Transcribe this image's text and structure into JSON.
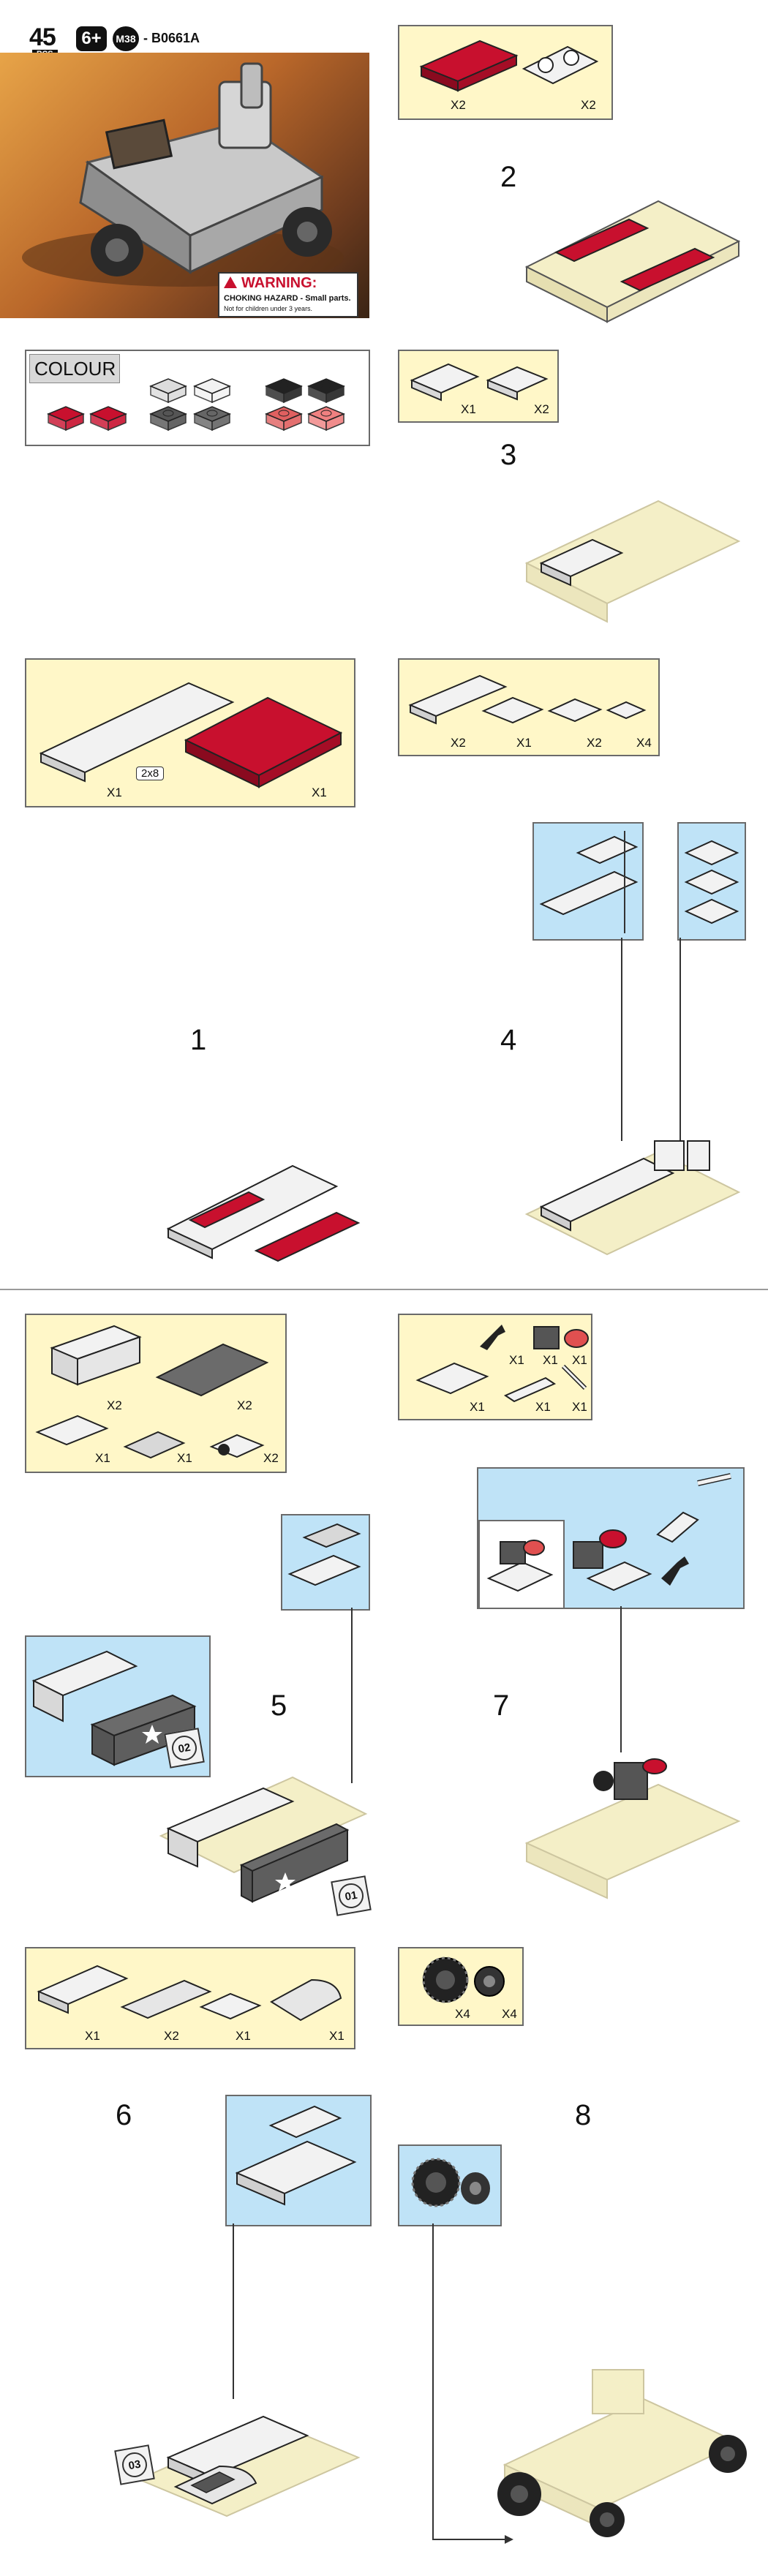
{
  "cover": {
    "piece_count": "45",
    "piece_unit": "PCS",
    "age": "6+",
    "series": "M38",
    "code": "B0661A",
    "warning_title": "WARNING:",
    "warning_line1": "CHOKING HAZARD - Small parts.",
    "warning_line2": "Not for children under 3 years."
  },
  "colour": {
    "title": "COLOUR",
    "swatches": [
      "#c8102e",
      "#c8102e",
      "#dcdcdc",
      "#f2f2f2",
      "#222222",
      "#222222",
      "#555555",
      "#666666",
      "#e06060",
      "#f08080"
    ]
  },
  "parts_list": {
    "p1": {
      "a": "X1",
      "b": "2x8",
      "c": "X1"
    },
    "p2": {
      "a": "X2",
      "b": "X2"
    },
    "p3": {
      "a": "X1",
      "b": "X2"
    },
    "p4": {
      "a": "X2",
      "b": "X1",
      "c": "X2",
      "d": "X4"
    },
    "p5": {
      "a": "X2",
      "b": "X2",
      "c": "X1",
      "d": "X1",
      "e": "X2"
    },
    "p6": {
      "a": "X1",
      "b": "X2",
      "c": "X1",
      "d": "X1"
    },
    "p7": {
      "a": "X1",
      "b": "X1",
      "c": "X1",
      "d": "X1",
      "e": "X1",
      "f": "X1"
    },
    "p8": {
      "a": "X4",
      "b": "X4"
    }
  },
  "steps": {
    "s1": "1",
    "s2": "2",
    "s3": "3",
    "s4": "4",
    "s5": "5",
    "s6": "6",
    "s7": "7",
    "s8": "8"
  },
  "callouts": {
    "c01": "01",
    "c02": "02",
    "c03": "03"
  }
}
